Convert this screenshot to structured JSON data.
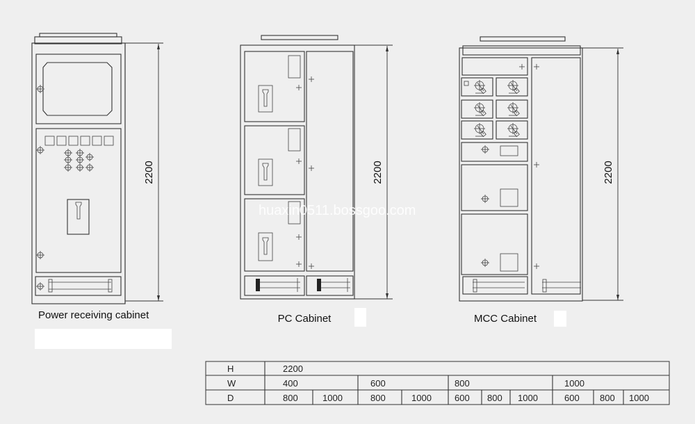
{
  "cabinets": [
    {
      "name": "Power receiving cabinet",
      "height_label": "2200"
    },
    {
      "name": "PC Cabinet",
      "height_label": "2200"
    },
    {
      "name": "MCC Cabinet",
      "height_label": "2200"
    }
  ],
  "watermark": "huaxin0511.bossgoo.com",
  "table": {
    "rows": [
      {
        "label": "H",
        "cells": [
          "2200"
        ]
      },
      {
        "label": "W",
        "cells": [
          "400",
          "600",
          "800",
          "1000"
        ]
      },
      {
        "label": "D",
        "cells": [
          "800",
          "1000",
          "800",
          "1000",
          "600",
          "800",
          "1000",
          "600",
          "800",
          "1000"
        ]
      }
    ]
  }
}
